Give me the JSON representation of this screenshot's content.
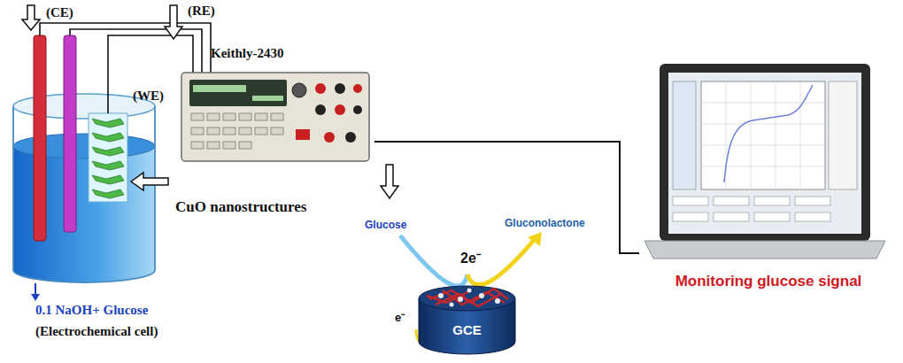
{
  "diagram": {
    "nodes": [
      {
        "text": [
          "Keithly-2430"
        ]
      },
      {
        "text": [
          "Monitoring glucose signal"
        ]
      },
      {
        "text": [
          "GCE"
        ]
      }
    ],
    "edges": [
      {
        "from": 0,
        "to": 1,
        "arrow": "none"
      }
    ],
    "labels": [
      "(CE)",
      "(RE)",
      "(WE)",
      "CuO nanostructures",
      "0.1 NaOH+ Glucose",
      "(Electrochemical cell)",
      "Glucose",
      "Gluconolactone",
      "2e⁻",
      "e⁻"
    ]
  }
}
